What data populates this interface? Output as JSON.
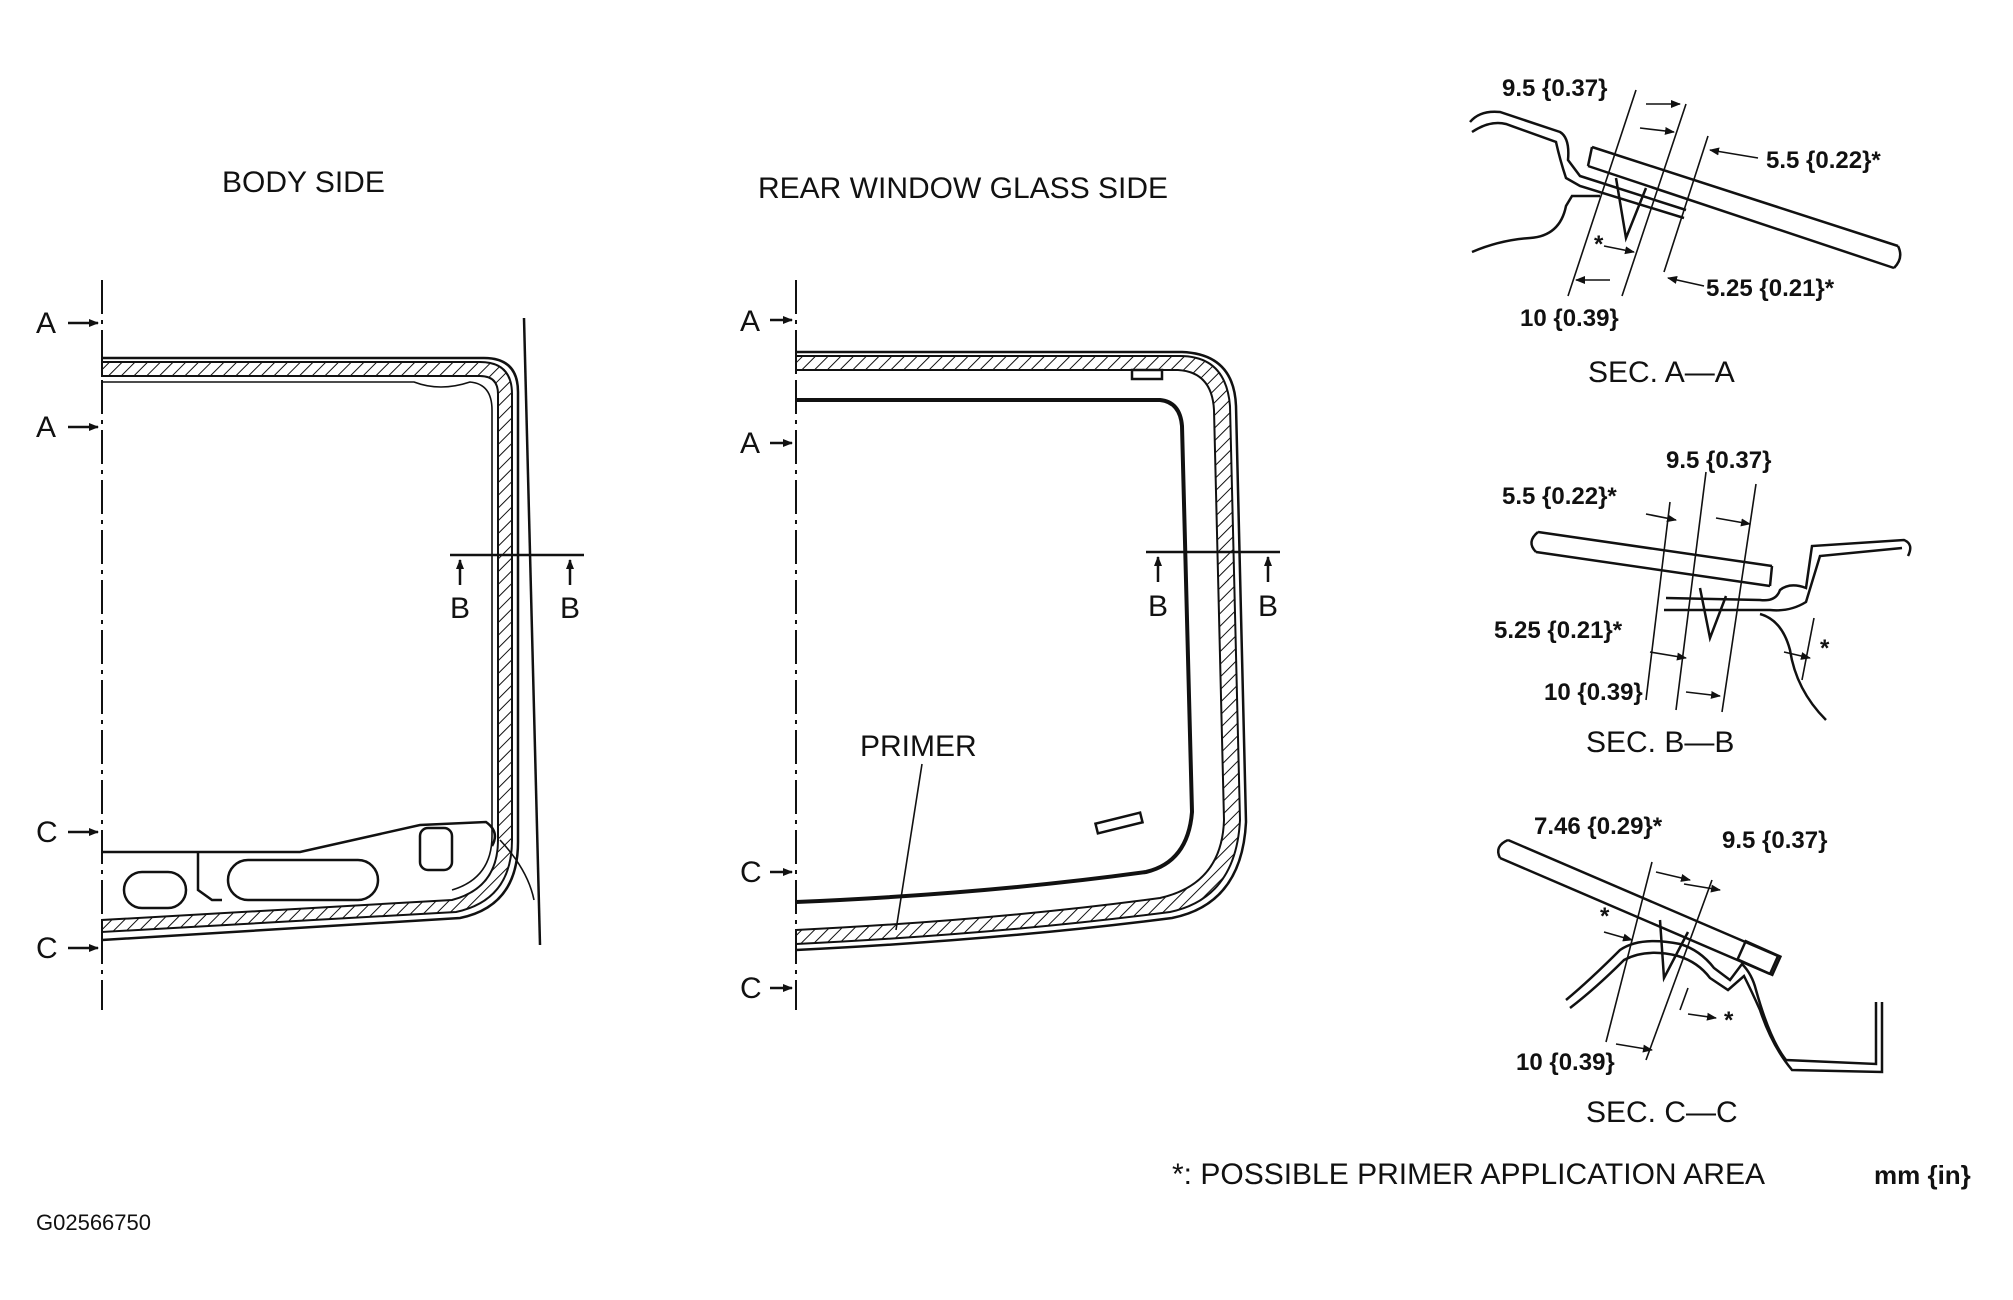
{
  "titles": {
    "body_side": "BODY SIDE",
    "glass_side": "REAR WINDOW GLASS SIDE"
  },
  "cut_marks": {
    "a": "A",
    "b": "B",
    "c": "C"
  },
  "primer_label": "PRIMER",
  "sections": {
    "aa": {
      "title": "SEC. A—A",
      "dims": [
        "9.5 {0.37}",
        "5.5 {0.22}*",
        "5.25 {0.21}*",
        "10 {0.39}"
      ],
      "star": "*"
    },
    "bb": {
      "title": "SEC. B—B",
      "dims": [
        "9.5 {0.37}",
        "5.5 {0.22}*",
        "5.25 {0.21}*",
        "10 {0.39}"
      ],
      "star": "*"
    },
    "cc": {
      "title": "SEC. C—C",
      "dims": [
        "7.46 {0.29}*",
        "9.5 {0.37}",
        "10 {0.39}"
      ],
      "stars": [
        "*",
        "*"
      ]
    }
  },
  "footnote": "*: POSSIBLE PRIMER APPLICATION AREA",
  "units": "mm {in}",
  "figure_code": "G02566750"
}
